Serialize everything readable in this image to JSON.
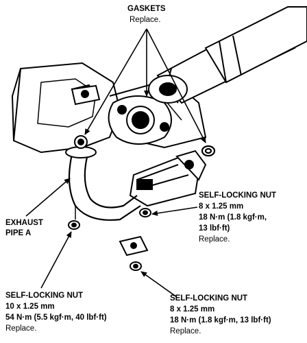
{
  "labels": {
    "gaskets": {
      "title": "GASKETS",
      "note": "Replace."
    },
    "exhaust_pipe": {
      "line1": "EXHAUST",
      "line2": "PIPE A"
    },
    "nut_right": {
      "title": "SELF-LOCKING NUT",
      "size": "8 x 1.25 mm",
      "torque": "18 N·m (1.8 kgf·m,",
      "torque2": "13 lbf·ft)",
      "note": "Replace."
    },
    "nut_left": {
      "title": "SELF-LOCKING NUT",
      "size": "10 x 1.25 mm",
      "torque": "54 N·m (5.5 kgf·m, 40 lbf·ft)",
      "note": "Replace."
    },
    "nut_bottom": {
      "title": "SELF-LOCKING NUT",
      "size": "8 x 1.25 mm",
      "torque": "18 N·m (1.8 kgf·m, 13 lbf·ft)",
      "note": "Replace."
    }
  }
}
